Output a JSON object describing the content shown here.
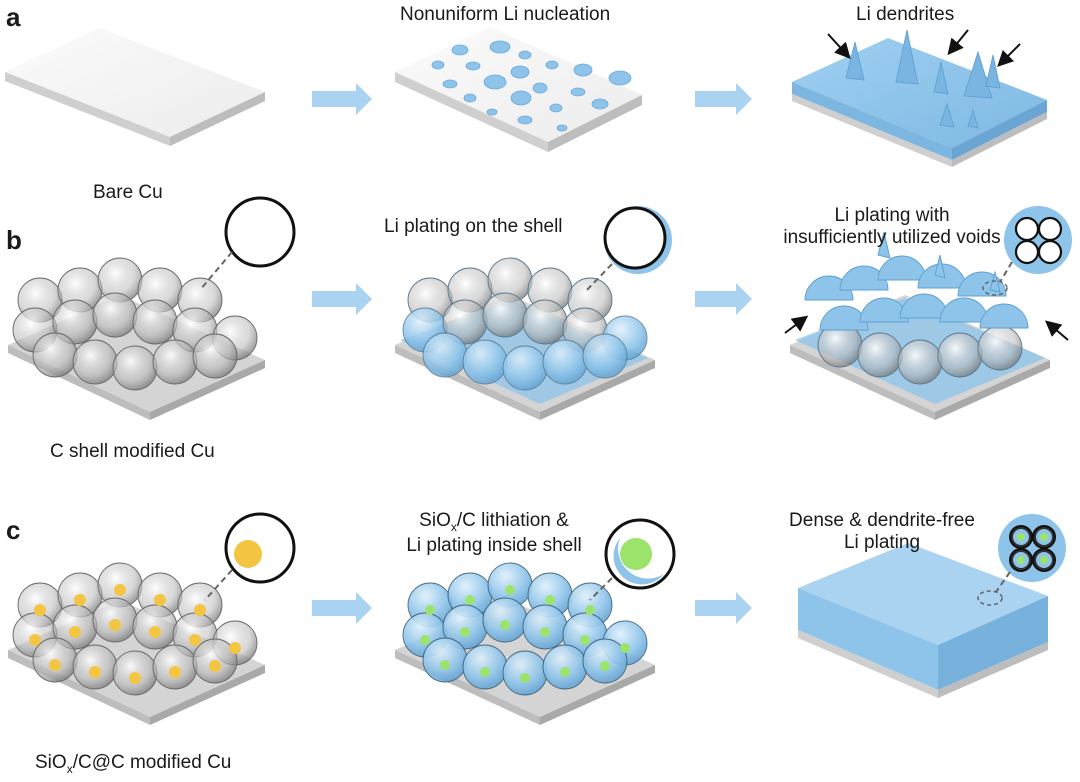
{
  "panels": {
    "a": {
      "letter": "a",
      "caption": "Bare Cu",
      "step2": "Nonuniform Li nucleation",
      "step3": "Li dendrites"
    },
    "b": {
      "letter": "b",
      "caption": "C shell modified Cu",
      "step2": "Li plating on the shell",
      "step3_line1": "Li plating with",
      "step3_line2": "insufficiently utilized voids"
    },
    "c": {
      "letter": "c",
      "caption_pre": "SiO",
      "caption_sub": "x",
      "caption_post": "/C@C modified Cu",
      "step2_line1_pre": "SiO",
      "step2_line1_sub": "x",
      "step2_line1_post": "/C lithiation &",
      "step2_line2": "Li plating inside shell",
      "step3_line1": "Dense & dendrite-free",
      "step3_line2": "Li plating"
    }
  },
  "colors": {
    "lithium": "#8ec4ea",
    "lithium_dark": "#5d9fd0",
    "arrow": "#a9d3f0",
    "substrate": "#d9d9d9",
    "siox_core": "#f4c542",
    "lithiated_core": "#9be36a"
  }
}
